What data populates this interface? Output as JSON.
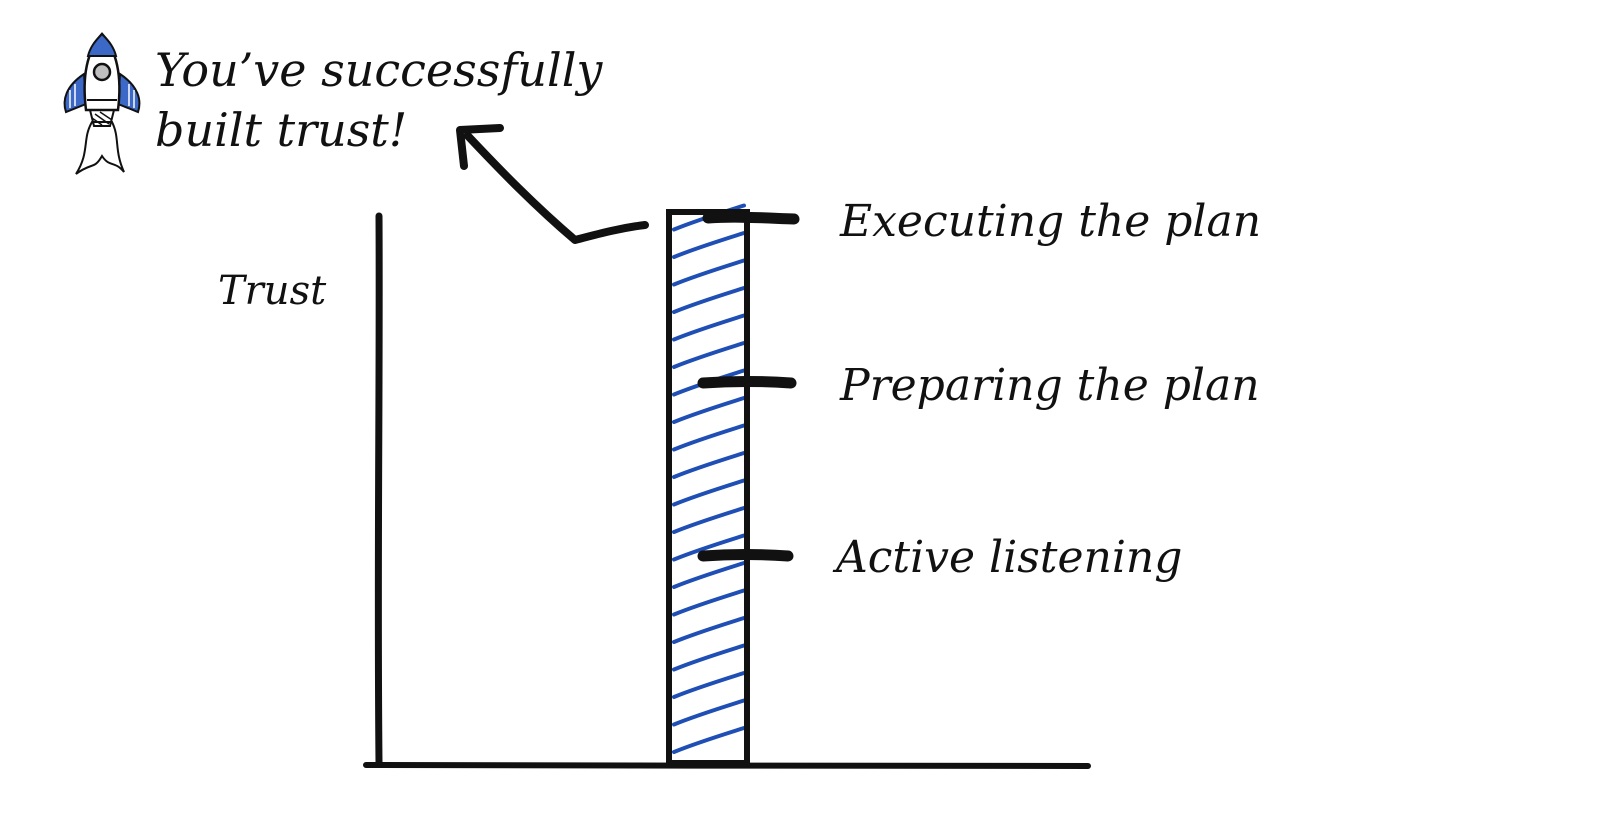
{
  "headline": {
    "line1": "You’ve successfully",
    "line2": "built trust!"
  },
  "axis": {
    "ylabel": "Trust"
  },
  "milestones": [
    {
      "label": "Executing the plan"
    },
    {
      "label": "Preparing the plan"
    },
    {
      "label": "Active listening"
    }
  ],
  "icons": {
    "rocket": "rocket-icon"
  },
  "colors": {
    "ink": "#111111",
    "hatch": "#1f4fb5"
  }
}
